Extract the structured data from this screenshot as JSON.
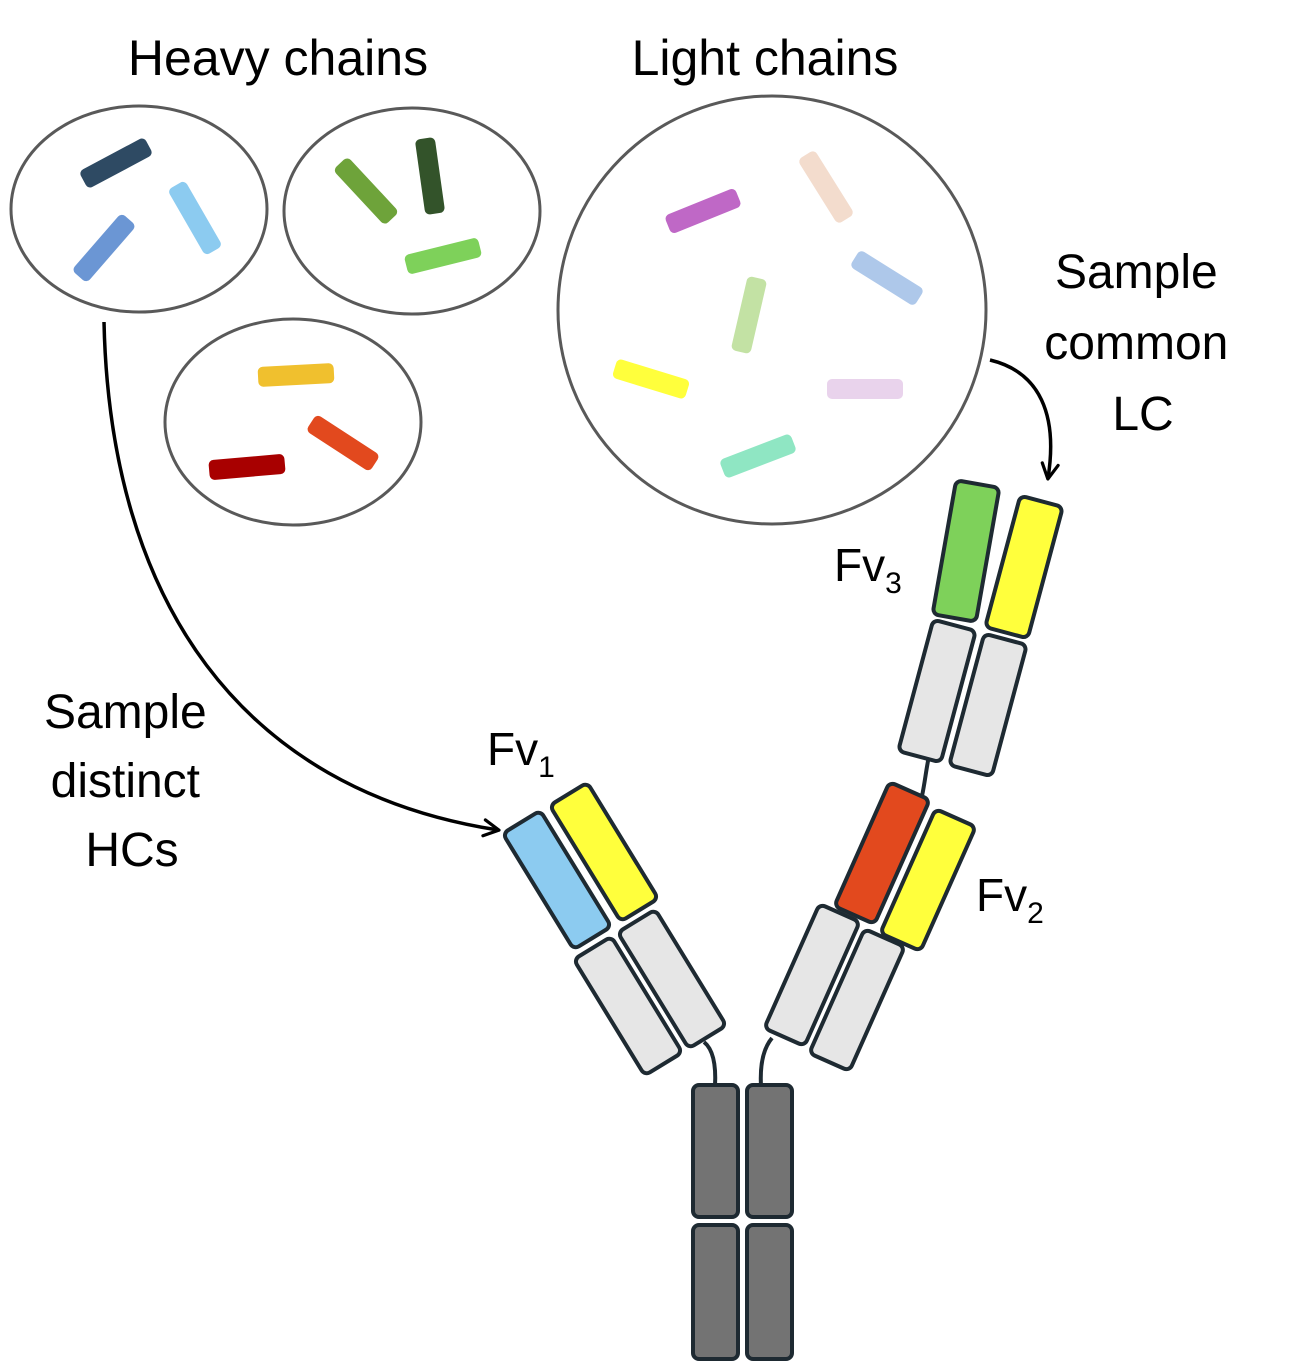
{
  "titles": {
    "heavy_chains": "Heavy chains",
    "light_chains": "Light chains"
  },
  "labels": {
    "sample_hcs": [
      "Sample",
      "distinct",
      "HCs"
    ],
    "sample_lc": [
      "Sample",
      "common",
      "LC"
    ]
  },
  "fv_labels": {
    "fv1": {
      "base": "Fv",
      "sub": "1"
    },
    "fv2": {
      "base": "Fv",
      "sub": "2"
    },
    "fv3": {
      "base": "Fv",
      "sub": "3"
    }
  },
  "colors": {
    "hc_pool_1": [
      "#2e4a63",
      "#6b96d4",
      "#8ccbf0"
    ],
    "hc_pool_2": [
      "#6ea33a",
      "#33532a",
      "#7ed15a"
    ],
    "hc_pool_3": [
      "#f0c02e",
      "#a80000",
      "#e2491e"
    ],
    "lc_pool": [
      "#bf68c6",
      "#f3dccd",
      "#aec8ea",
      "#c3e2a4",
      "#ffff3c",
      "#e9d3ec",
      "#8fe6c3"
    ],
    "fv1_heavy": "#8ccbf0",
    "fv1_light": "#ffff3c",
    "fv2_heavy": "#e2491e",
    "fv2_light": "#ffff3c",
    "fv3_heavy": "#7ed15a",
    "fv3_light": "#ffff3c",
    "constant_domain": "#e6e6e6",
    "fc_domain": "#737373",
    "domain_outline": "#1e2a32"
  },
  "icons": [
    "arrow-to-fv1-icon",
    "arrow-to-fv3-icon"
  ]
}
